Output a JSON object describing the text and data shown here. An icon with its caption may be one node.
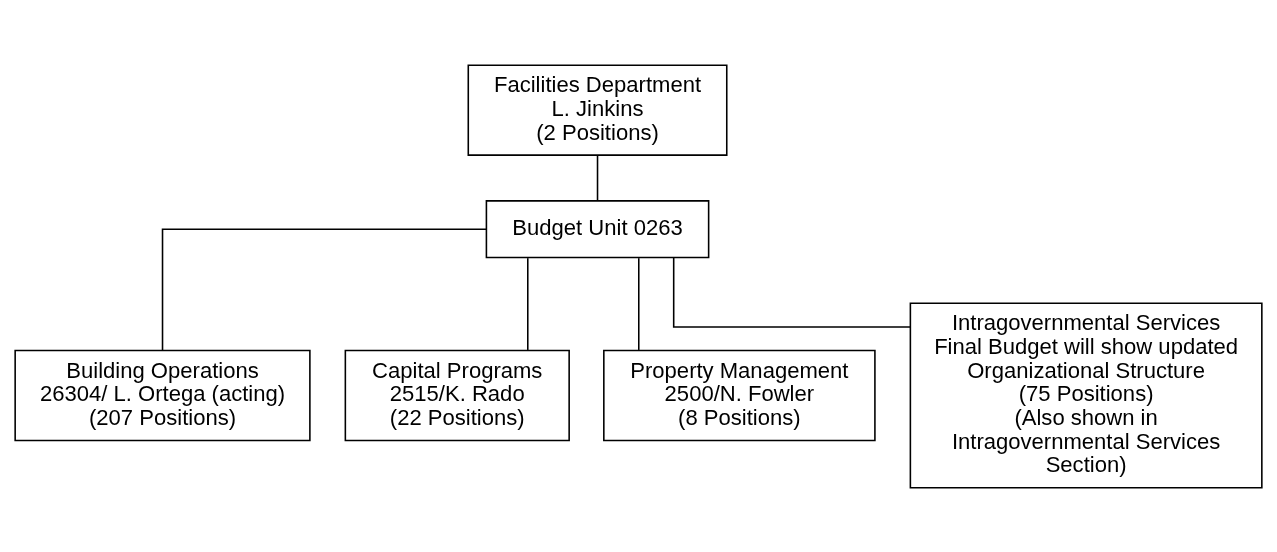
{
  "diagram": {
    "nodes": [
      {
        "text": [
          "Facilities Department",
          "L. Jinkins",
          "(2 Positions)"
        ]
      },
      {
        "text": [
          "Budget Unit 0263"
        ]
      },
      {
        "text": [
          "Building Operations",
          "26304/ L. Ortega (acting)",
          "(207 Positions)"
        ]
      },
      {
        "text": [
          "Capital Programs",
          "2515/K. Rado",
          "(22 Positions)"
        ]
      },
      {
        "text": [
          "Property Management",
          "2500/N. Fowler",
          "(8 Positions)"
        ]
      },
      {
        "text": [
          "Intragovernmental Services",
          "Final Budget will show updated Organizational Structure",
          "(75 Positions)",
          "(Also shown in Intragovernmental Services Section)"
        ]
      }
    ],
    "edges": [
      {
        "from": 0,
        "to": 1,
        "arrow": "none"
      },
      {
        "from": 1,
        "to": 2,
        "arrow": "none"
      },
      {
        "from": 1,
        "to": 3,
        "arrow": "none"
      },
      {
        "from": 1,
        "to": 4,
        "arrow": "none"
      },
      {
        "from": 1,
        "to": 5,
        "arrow": "none"
      }
    ]
  }
}
